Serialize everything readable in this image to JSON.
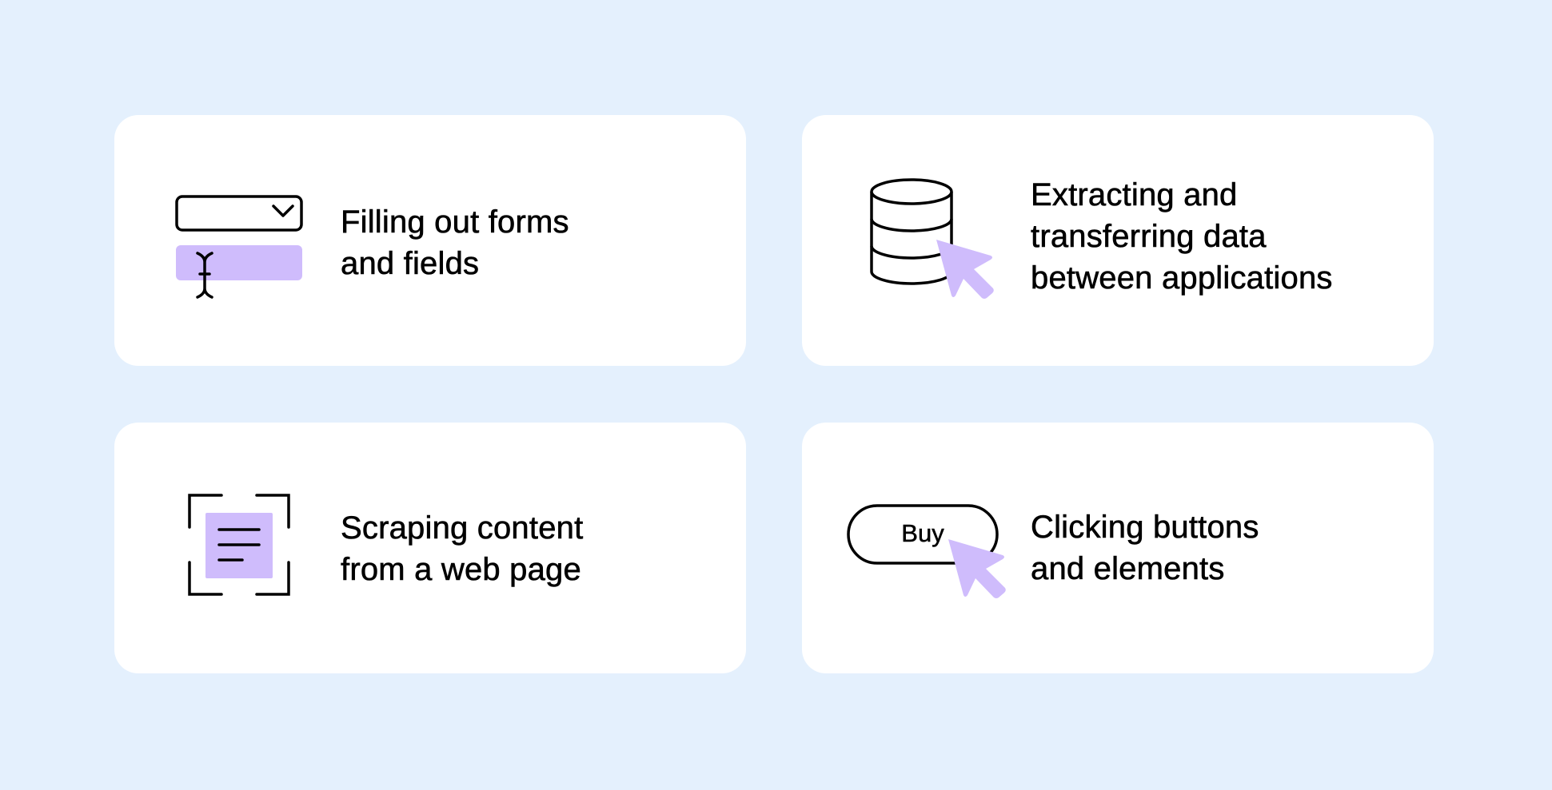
{
  "colors": {
    "background": "#e4f0fd",
    "card": "#ffffff",
    "accent": "#cfbcfc",
    "ink": "#000000"
  },
  "cards": [
    {
      "icon": "form-fields-icon",
      "lines": [
        "Filling out forms",
        "and fields"
      ]
    },
    {
      "icon": "database-cursor-icon",
      "lines": [
        "Extracting and",
        "transferring data",
        "between applications"
      ]
    },
    {
      "icon": "scan-document-icon",
      "lines": [
        "Scraping content",
        "from a web page"
      ]
    },
    {
      "icon": "buy-button-cursor-icon",
      "button_label": "Buy",
      "lines": [
        "Clicking buttons",
        "and elements"
      ]
    }
  ]
}
